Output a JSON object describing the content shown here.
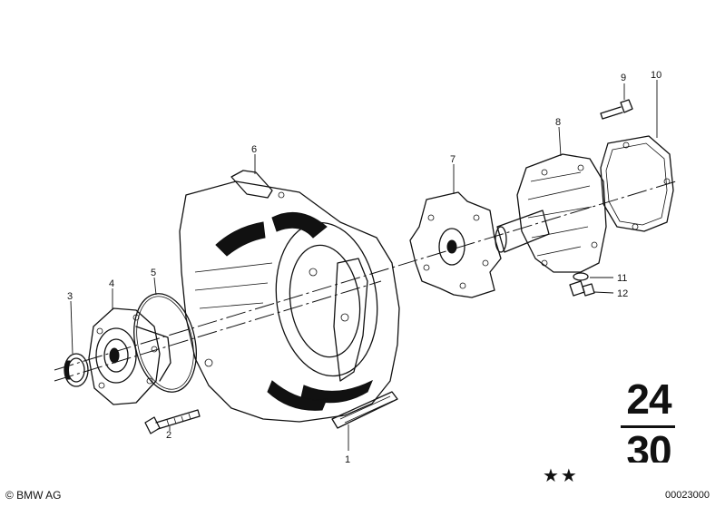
{
  "callouts": [
    {
      "id": "1",
      "label": "1"
    },
    {
      "id": "2",
      "label": "2"
    },
    {
      "id": "3",
      "label": "3"
    },
    {
      "id": "4",
      "label": "4"
    },
    {
      "id": "5",
      "label": "5"
    },
    {
      "id": "6",
      "label": "6"
    },
    {
      "id": "7",
      "label": "7"
    },
    {
      "id": "8",
      "label": "8"
    },
    {
      "id": "9",
      "label": "9"
    },
    {
      "id": "10",
      "label": "10"
    },
    {
      "id": "11",
      "label": "11"
    },
    {
      "id": "12",
      "label": "12"
    }
  ],
  "section": {
    "top": "24",
    "bottom": "30"
  },
  "footer": {
    "copyright": "© BMW AG",
    "stars": "★★",
    "reference": "00023000"
  }
}
